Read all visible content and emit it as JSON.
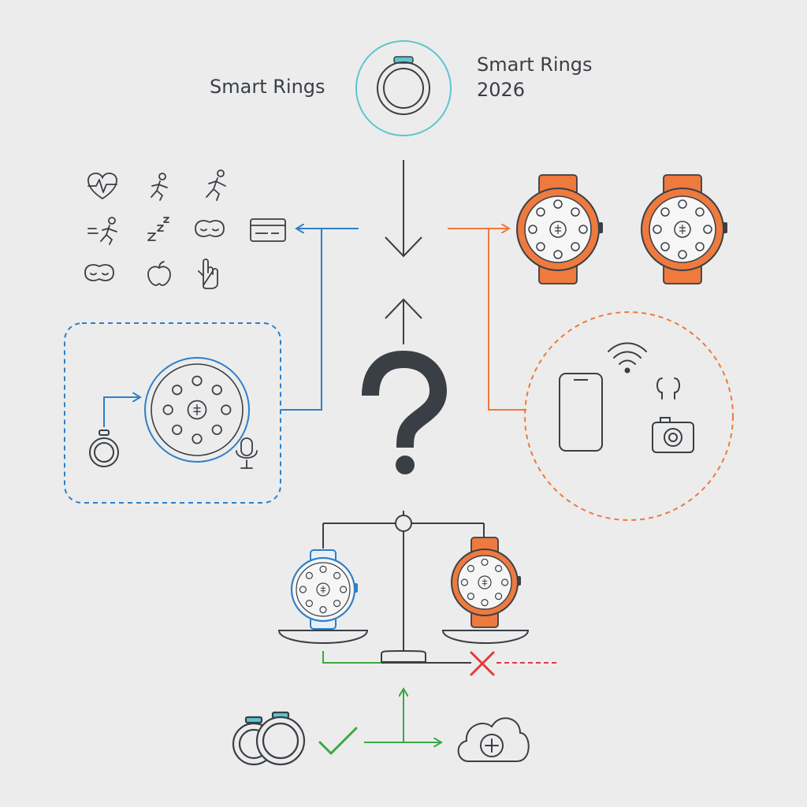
{
  "title_left": "Smart Rings",
  "title_right_line1": "Smart Rings",
  "title_right_line2": "2026",
  "colors": {
    "background": "#ececec",
    "stroke": "#3a3f45",
    "blue": "#2f80c8",
    "orange": "#ee7a3e",
    "teal": "#5cc6cf",
    "green": "#3aa845",
    "red": "#e23a3a"
  },
  "icons": {
    "center_ring": "ring-icon",
    "health": [
      "heart-rate-icon",
      "running-icon",
      "sprinting-icon",
      "speed-running-icon",
      "sleep-zzz-icon",
      "sleep-mask-icon",
      "eye-mask-icon",
      "apple-icon",
      "tap-hand-icon"
    ],
    "payment": "credit-card-icon",
    "devices": [
      "wifi-icon",
      "smartphone-icon",
      "earbuds-icon",
      "camera-icon"
    ],
    "question": "question-mark-icon",
    "bottom": [
      "ring-pair-icon",
      "check-icon",
      "cloud-plus-icon",
      "cross-icon"
    ]
  }
}
